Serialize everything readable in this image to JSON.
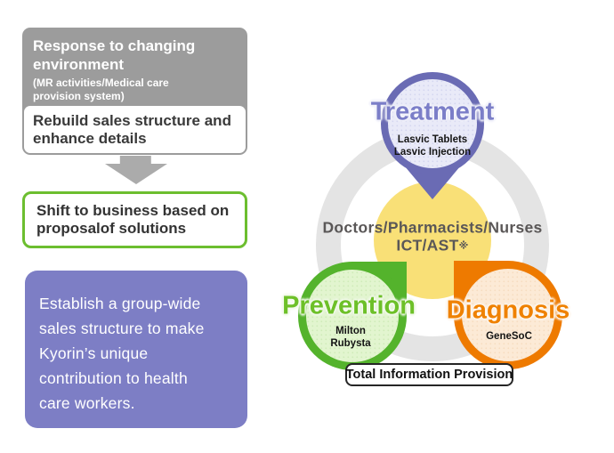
{
  "left_flow": {
    "challenge_box": {
      "title": [
        "Response to changing",
        "environment"
      ],
      "subtitle": [
        "(MR activities/Medical care",
        "provision system)"
      ],
      "action": [
        "Rebuild sales structure and",
        "enhance details"
      ]
    },
    "shift_box": [
      "Shift to business based on",
      "proposalof solutions"
    ],
    "goal_box": [
      "Establish a group-wide",
      "sales structure to make",
      "Kyorin’s unique",
      "contribution to health",
      "care workers."
    ]
  },
  "diagram": {
    "treatment": {
      "label": "Treatment",
      "products": [
        "Lasvic Tablets",
        "Lasvic Injection"
      ]
    },
    "prevention": {
      "label": "Prevention",
      "products": [
        "Milton",
        "Rubysta"
      ]
    },
    "diagnosis": {
      "label": "Diagnosis",
      "products": [
        "GeneSoC"
      ]
    },
    "center": {
      "line1": "Doctors/Pharmacists/Nurses",
      "line2": "ICT/AST",
      "reference_mark": "※"
    },
    "footer_badge": "Total Information Provision"
  },
  "colors": {
    "flow_gray_box": "#9C9C9C",
    "flow_arrow_gray": "#ABABAB",
    "flow_green_border": "#6CBE2F",
    "flow_purple_box": "#7D7EC5",
    "treatment_purple": "#6A6BB4",
    "treatment_fill": "#E9EAF8",
    "treatment_text": "#7B7EC8",
    "prevention_green": "#54B32C",
    "prevention_fill": "#E2F5CF",
    "prevention_text": "#6DC028",
    "diagnosis_orange": "#EE7A00",
    "diagnosis_fill": "#FCEAD6",
    "diagnosis_text": "#EF8100",
    "center_yellow": "#F9E077",
    "ring_gray": "#E4E4E4",
    "center_text_gray": "#5A5757"
  }
}
